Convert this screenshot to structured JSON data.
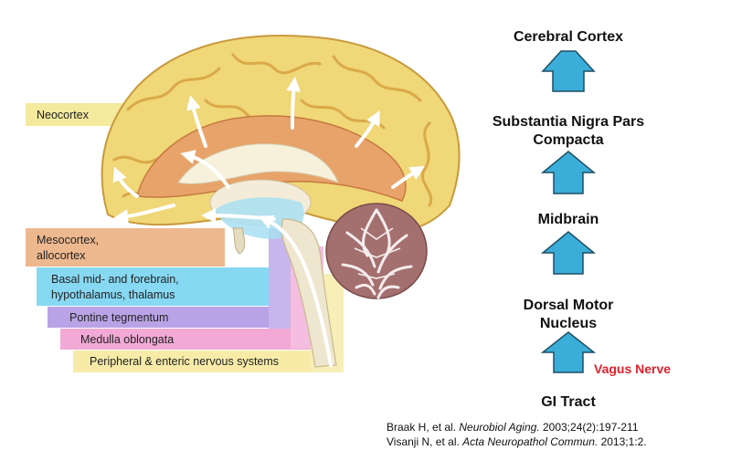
{
  "colors": {
    "arrow_fill": "#3aaed8",
    "arrow_stroke": "#1d4f66",
    "vagus": "#e0202a",
    "neocortex_band": "#f4ea9e",
    "mesocortex_band": "#eeb88f",
    "basal_band": "#87d8f2",
    "pontine_band": "#b9a3e6",
    "medulla_band": "#f2a9d6",
    "peripheral_band": "#f8eba8"
  },
  "brain_labels": {
    "neocortex": "Neocortex",
    "mesocortex_line1": "Mesocortex,",
    "mesocortex_line2": "allocortex",
    "basal_line1": "Basal mid- and forebrain,",
    "basal_line2": "hypothalamus, thalamus",
    "pontine": "Pontine tegmentum",
    "medulla": "Medulla oblongata",
    "peripheral": "Peripheral & enteric nervous systems"
  },
  "flow": {
    "cortex": "Cerebral Cortex",
    "snpc_line1": "Substantia Nigra Pars",
    "snpc_line2": "Compacta",
    "midbrain": "Midbrain",
    "dmn_line1": "Dorsal Motor",
    "dmn_line2": "Nucleus",
    "gi": "GI Tract",
    "vagus": "Vagus Nerve"
  },
  "refs": {
    "ref1_authors": "Braak H, et al. ",
    "ref1_journal": "Neurobiol Aging.",
    "ref1_rest": " 2003;24(2):197-211",
    "ref2_authors": "Visanji N, et al. ",
    "ref2_journal": "Acta Neuropathol Commun.",
    "ref2_rest": " 2013;1:2."
  }
}
